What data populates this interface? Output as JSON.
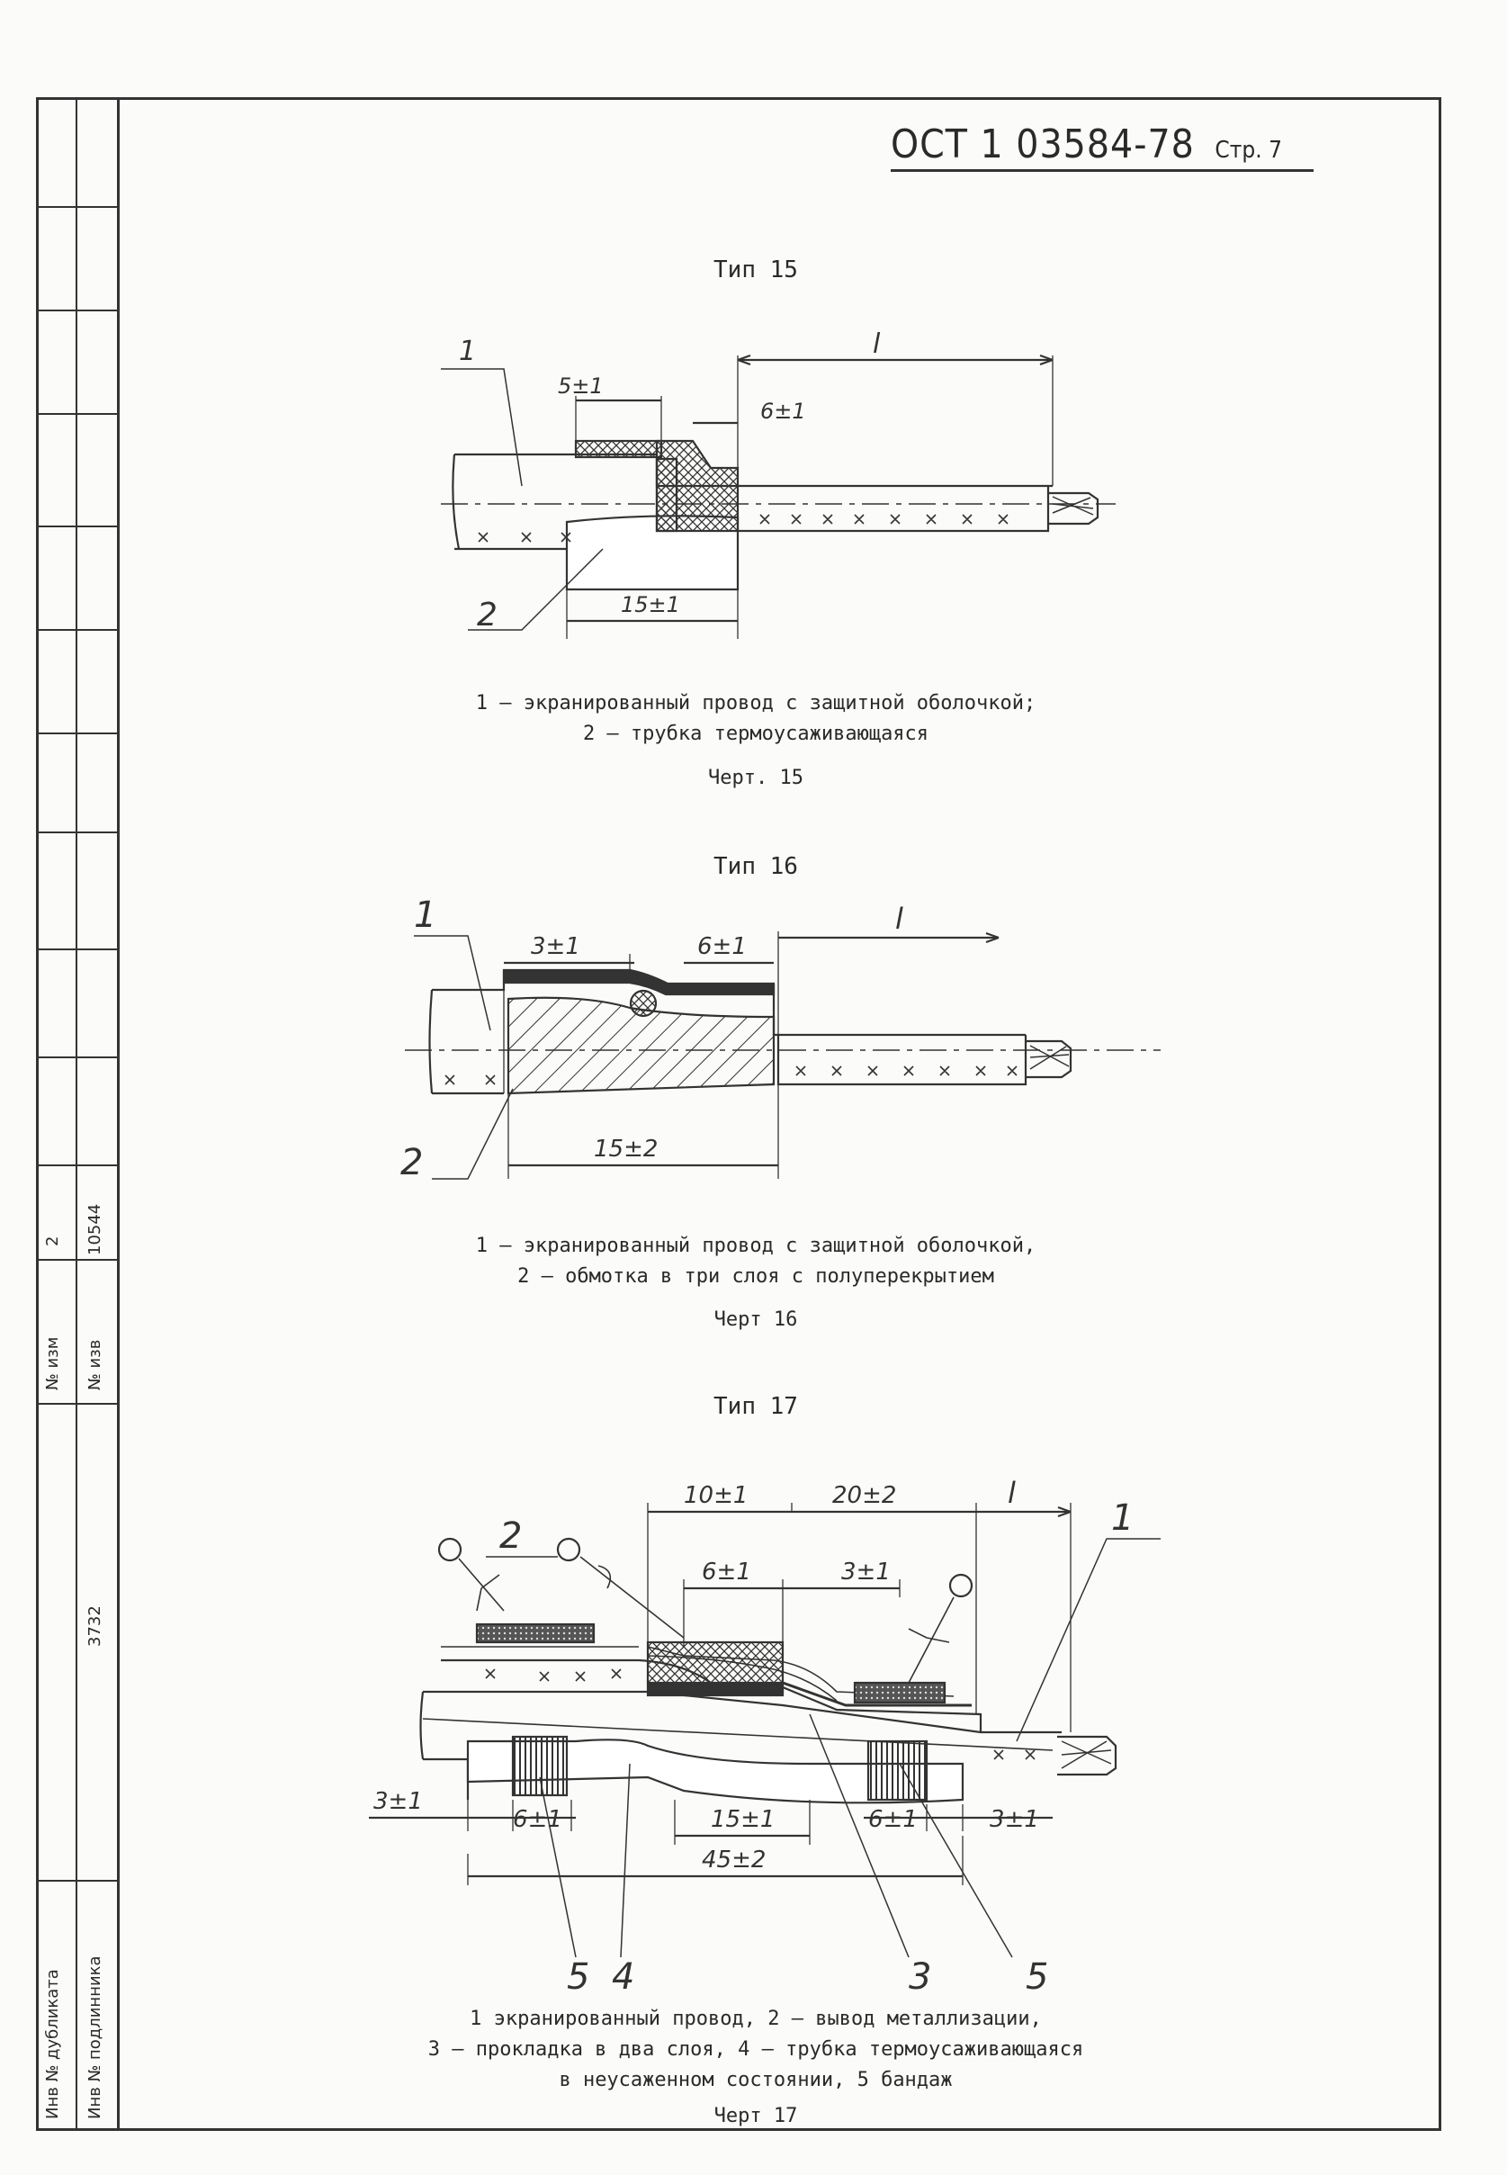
{
  "header": {
    "standard": "ОСТ 1 03584-78",
    "page": "Стр. 7"
  },
  "fig15": {
    "type_label": "Тип 15",
    "labels": {
      "n1": "1",
      "n2": "2",
      "l": "l",
      "d_5": "5±1",
      "d_6": "6±1",
      "d_15": "15±1"
    },
    "legend_1": "1 – экранированный провод с защитной оболочкой;",
    "legend_2": "2 – трубка термоусаживающаяся",
    "caption": "Черт. 15"
  },
  "fig16": {
    "type_label": "Тип 16",
    "labels": {
      "n1": "1",
      "n2": "2",
      "l": "l",
      "d_3": "3±1",
      "d_6": "6±1",
      "d_15": "15±2"
    },
    "legend_1": "1 – экранированный провод с защитной оболочкой,",
    "legend_2": "2 – обмотка в три слоя с полуперекрытием",
    "caption": "Черт 16"
  },
  "fig17": {
    "type_label": "Тип 17",
    "labels": {
      "n1": "1",
      "n2": "2",
      "n3": "3",
      "n4": "4",
      "n5a": "5",
      "n5b": "5",
      "l": "l",
      "d_10": "10±1",
      "d_20": "20±2",
      "d_6a": "6±1",
      "d_3a": "3±1",
      "d_3b": "3±1",
      "d_6b": "6±1",
      "d_15": "15±1",
      "d_6c": "6±1",
      "d_3c": "3±1",
      "d_45": "45±2"
    },
    "legend_1": "1  экранированный провод, 2 – вывод металлизации,",
    "legend_2": "3 – прокладка в два слоя, 4 – трубка термоусаживающаяся",
    "legend_3": "в неусаженном состоянии, 5  бандаж",
    "caption": "Черт 17"
  },
  "sidebar": {
    "izm_label": "№ изм",
    "izm_value": "2",
    "izv_label": "№ изв",
    "izv_value": "10544",
    "inv_dubl_label": "Инв № дубликата",
    "inv_podl_label": "Инв № подлинника",
    "inv_podl_value": "3732"
  }
}
